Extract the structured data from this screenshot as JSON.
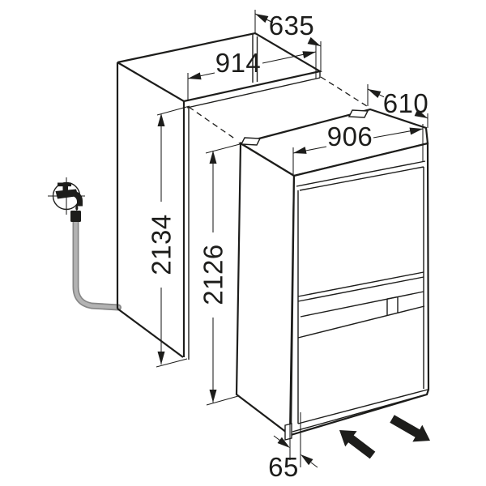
{
  "canvas": {
    "background": "#ffffff",
    "ink": "#1d1d1b",
    "hose_gray": "#9d9d9c"
  },
  "diagram": {
    "kind": "built-in appliance niche installation dimension drawing",
    "dimensions": {
      "niche_depth_top": "635",
      "niche_width": "914",
      "appliance_depth": "610",
      "appliance_width": "906",
      "niche_height": "2134",
      "appliance_height": "2126",
      "bottom_clearance": "65"
    },
    "icons": {
      "tap": "water-tap-icon",
      "hose": "water-hose",
      "arrows": "slide-in-out-arrows"
    }
  }
}
